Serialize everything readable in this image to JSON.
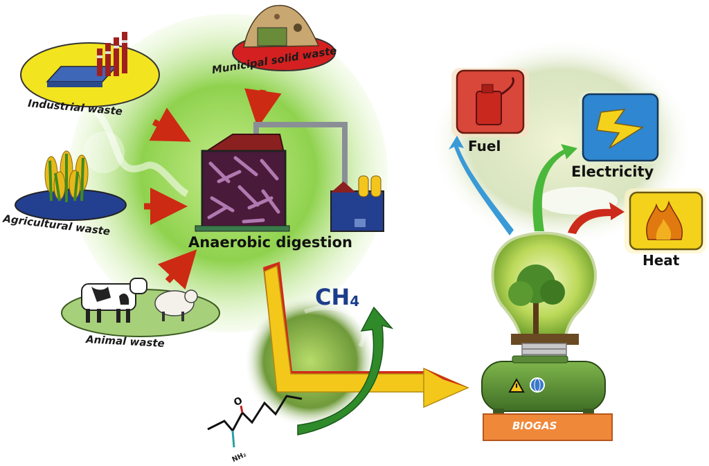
{
  "labels": {
    "industrial_waste": "Industrial waste",
    "municipal_solid_waste": "Municipal solid waste",
    "agricultural_waste": "Agricultural waste",
    "animal_waste": "Animal waste",
    "anaerobic_digestion": "Anaerobic digestion",
    "ch4_main": "CH",
    "ch4_sub": "4",
    "fuel": "Fuel",
    "electricity": "Electricity",
    "heat": "Heat",
    "biogas": "BIOGAS",
    "molecule_o": "O",
    "molecule_nh2": "NH₂"
  },
  "colors": {
    "sphere_green": "#7cc84a",
    "arrow_red": "#cc2a12",
    "pipeline_yellow": "#f3c81a",
    "pipeline_red": "#d12a1a",
    "fuel_tile": "#d9473a",
    "electricity_tile": "#2f86d1",
    "heat_tile": "#f4d21c",
    "tank_green": "#4f8a32",
    "biogas_plate": "#f0883a",
    "ch4_blue": "#1c3d8c"
  },
  "icons": [
    "factory-icon",
    "garbage-pile-icon",
    "corn-crop-icon",
    "cow-icon",
    "sheep-icon",
    "digester-tank-icon",
    "gas-cylinders-icon",
    "fuel-can-icon",
    "lightning-bolt-icon",
    "flame-icon",
    "light-bulb-tree-icon",
    "biogas-tank-icon",
    "warning-icon",
    "globe-icon"
  ]
}
